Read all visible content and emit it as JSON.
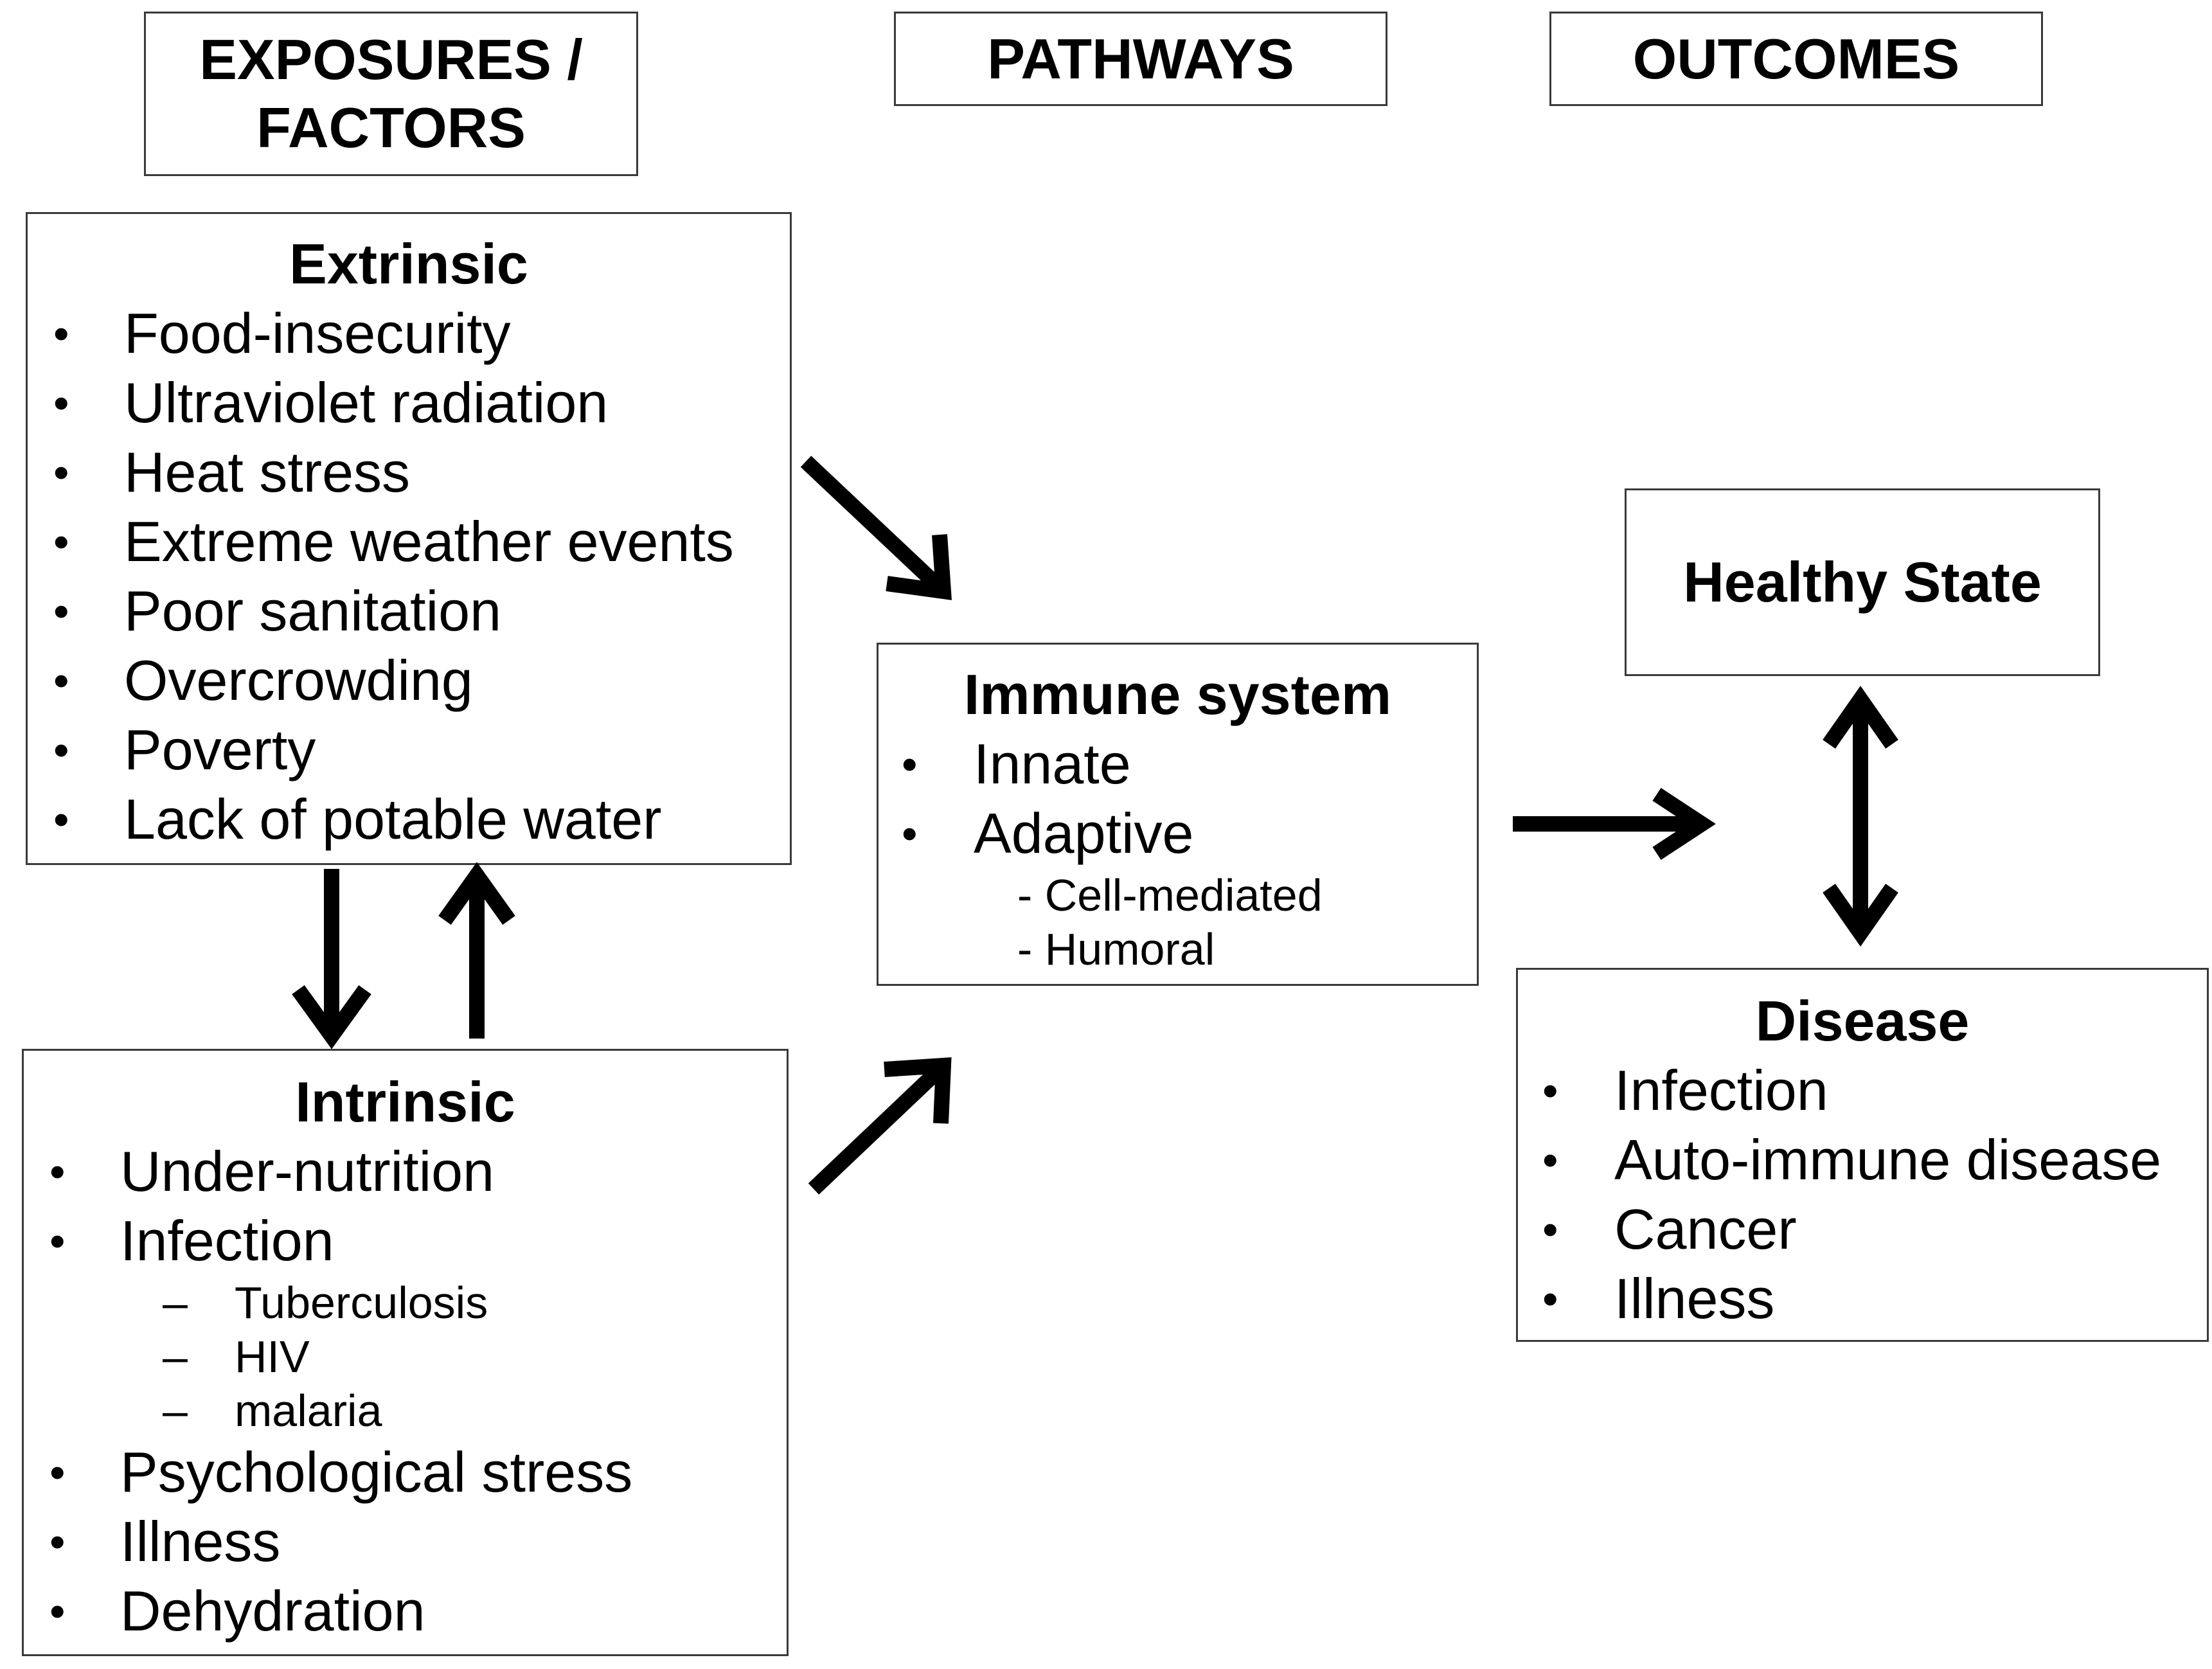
{
  "headers": {
    "exposures": "EXPOSURES / FACTORS",
    "pathways": "PATHWAYS",
    "outcomes": "OUTCOMES"
  },
  "extrinsic": {
    "title": "Extrinsic",
    "items": [
      "Food-insecurity",
      "Ultraviolet radiation",
      "Heat stress",
      "Extreme weather events",
      "Poor sanitation",
      "Overcrowding",
      "Poverty",
      "Lack of potable water"
    ]
  },
  "intrinsic": {
    "title": "Intrinsic",
    "items": [
      "Under-nutrition",
      "Infection",
      "Psychological stress",
      "Illness",
      "Dehydration"
    ],
    "infection_subitems": [
      "Tuberculosis",
      "HIV",
      "malaria"
    ]
  },
  "immune": {
    "title": "Immune system",
    "items": [
      "Innate",
      "Adaptive"
    ],
    "adaptive_subitems": [
      "- Cell-mediated",
      "- Humoral"
    ]
  },
  "healthy": {
    "title": "Healthy State"
  },
  "disease": {
    "title": "Disease",
    "items": [
      "Infection",
      "Auto-immune disease",
      "Cancer",
      "Illness"
    ]
  },
  "symbols": {
    "bullet": "•",
    "dash": "–"
  },
  "icons": {
    "arrow": "arrow-icon"
  },
  "colors": {
    "line": "#000000",
    "border": "#3a3a3a",
    "background": "#ffffff"
  }
}
